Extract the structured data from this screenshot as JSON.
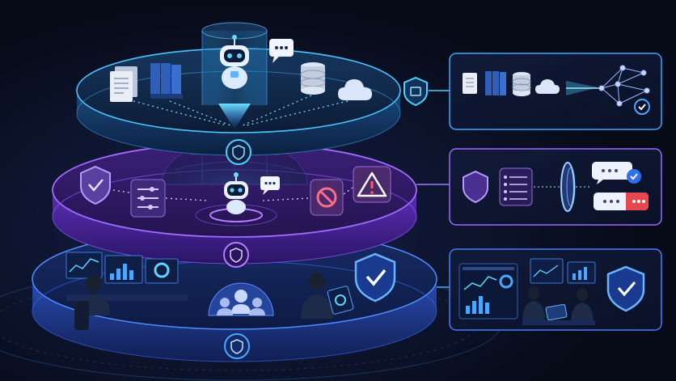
{
  "theme": {
    "background": "#070b18",
    "tier_top": "#1e6aa8",
    "tier_middle": "#7a3fd6",
    "tier_bottom": "#2f56c6",
    "glow_cyan": "#35c8ff",
    "alert_red": "#e5484d",
    "check_blue": "#4aa8ff"
  },
  "layers": [
    {
      "id": "knowledge",
      "icons": [
        "documents-icon",
        "binders-icon",
        "ai-robot-icon",
        "chat-bubble-icon",
        "database-icon",
        "cloud-icon",
        "shield-badge-icon"
      ],
      "panel_icons": [
        "document-icon",
        "binders-icon",
        "database-icon",
        "cloud-icon",
        "neural-network-icon",
        "check-badge-icon"
      ]
    },
    {
      "id": "guardrails",
      "icons": [
        "shield-check-icon",
        "policy-list-icon",
        "ai-robot-icon",
        "chat-bubble-icon",
        "block-icon",
        "warning-icon",
        "shield-badge-icon"
      ],
      "panel_icons": [
        "shield-icon",
        "checklist-icon",
        "lens-filter-icon",
        "approved-message-icon",
        "rejected-message-icon"
      ]
    },
    {
      "id": "human-oversight",
      "icons": [
        "monitoring-desk-icon",
        "user-group-icon",
        "reviewer-tablet-icon",
        "shield-check-icon",
        "shield-badge-icon"
      ],
      "panel_icons": [
        "dashboard-icon",
        "reviewers-icon",
        "shield-check-icon"
      ]
    }
  ]
}
